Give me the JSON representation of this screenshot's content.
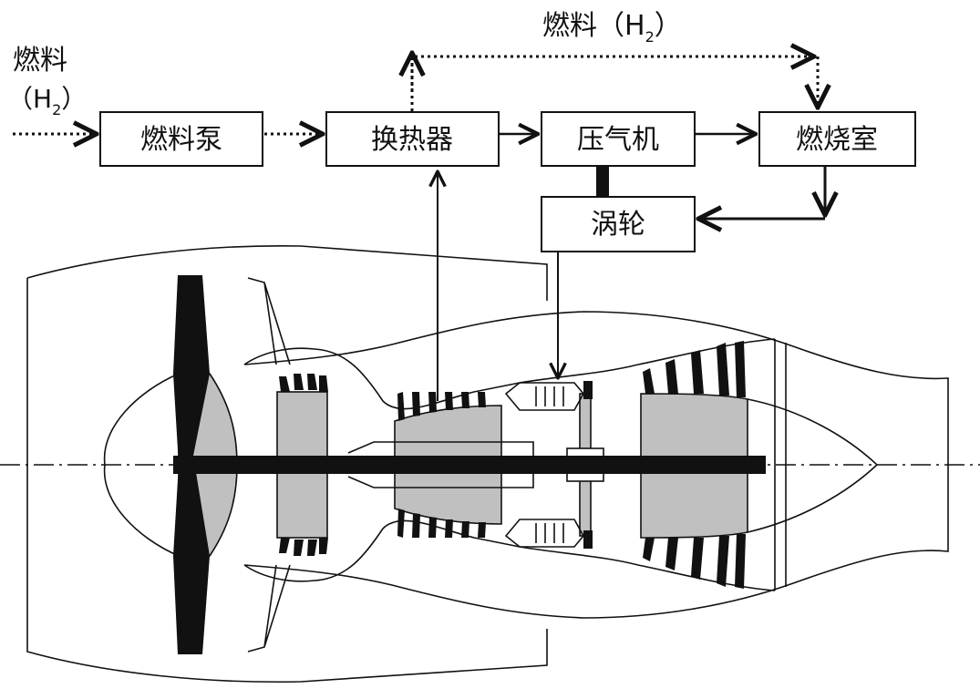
{
  "labels": {
    "fuel_in_name": "燃料",
    "fuel_in_formula": "（H",
    "fuel_in_sub": "2",
    "fuel_in_close": "）",
    "fuel_top_name": "燃料（H",
    "fuel_top_sub": "2",
    "fuel_top_close": "）"
  },
  "boxes": {
    "fuel_pump": "燃料泵",
    "heat_exchanger": "换热器",
    "compressor": "压气机",
    "combustor": "燃烧室",
    "turbine": "涡轮"
  },
  "colors": {
    "line": "#111111",
    "fill_grey": "#c0c0c0",
    "blade": "#111111"
  }
}
